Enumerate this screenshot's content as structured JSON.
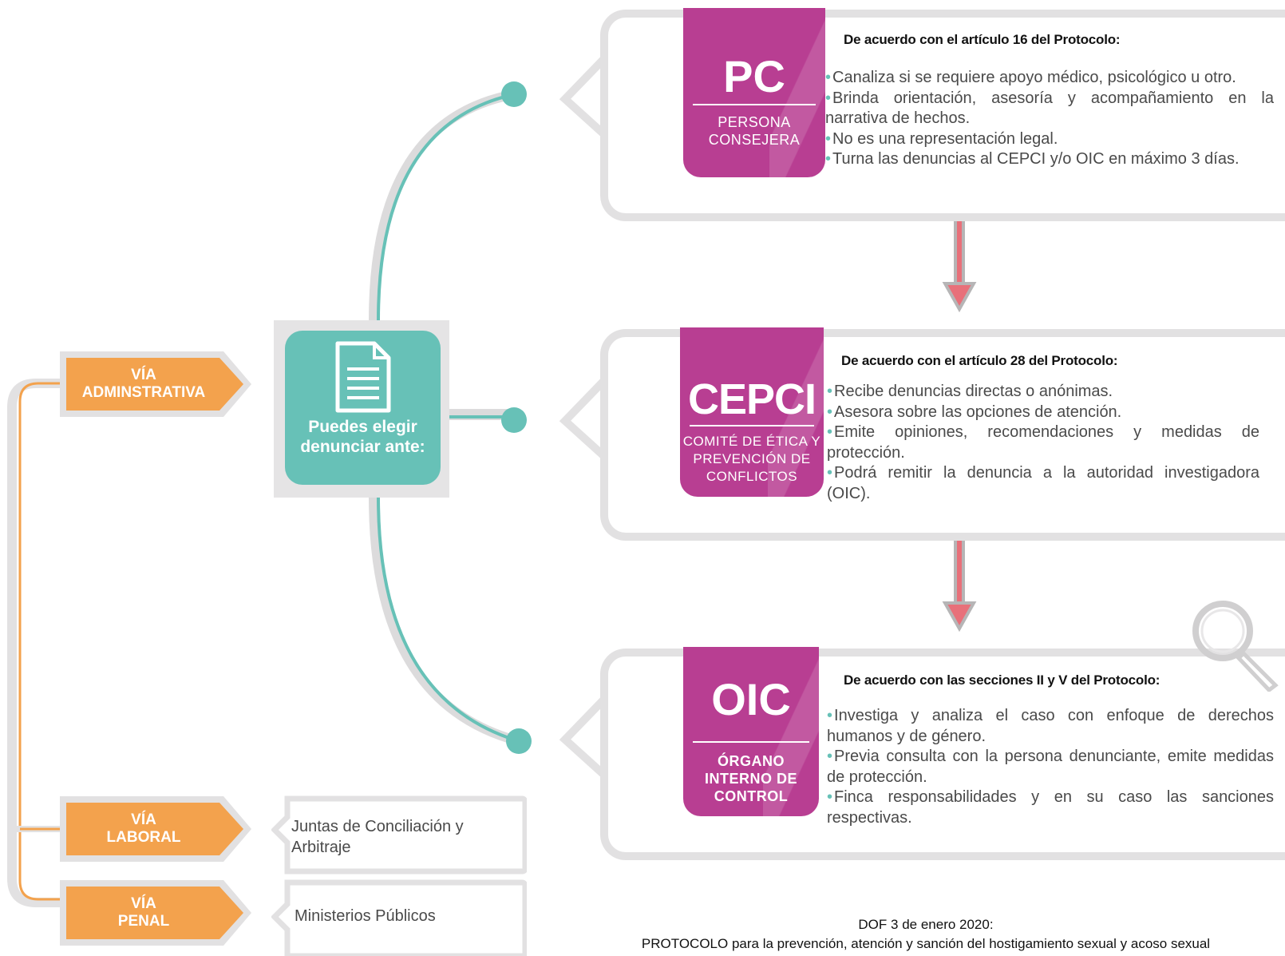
{
  "hub": {
    "label": "Puedes elegir denunciar ante:",
    "icon": "document-icon",
    "color": "#67c1b7"
  },
  "routes": [
    {
      "id": "administrativa",
      "line1": "VÍA",
      "line2": "ADMINSTRATIVA",
      "color": "#f3a24d"
    },
    {
      "id": "laboral",
      "line1": "VÍA",
      "line2": "LABORAL",
      "color": "#f3a24d"
    },
    {
      "id": "penal",
      "line1": "VÍA",
      "line2": "PENAL",
      "color": "#f3a24d"
    }
  ],
  "bodies": [
    {
      "abbr": "PC",
      "full": "PERSONA CONSEJERA",
      "heading": "De acuerdo con el artículo 16 del Protocolo:",
      "bullets": [
        "Canaliza si se requiere apoyo médico, psicológico u otro.",
        "Brinda orientación, asesoría y acompañamiento en la narrativa de hechos.",
        "No es una representación legal.",
        "Turna las denuncias al CEPCI y/o OIC en máximo 3 días."
      ]
    },
    {
      "abbr": "CEPCI",
      "full": "COMITÉ DE ÉTICA Y PREVENCIÓN DE CONFLICTOS",
      "heading": "De acuerdo con el artículo 28 del Protocolo:",
      "bullets": [
        "Recibe denuncias directas  o anónimas.",
        "Asesora  sobre las opciones de atención.",
        "Emite opiniones, recomendaciones y medidas de protección.",
        "Podrá remitir la denuncia a la autoridad investigadora (OIC)."
      ]
    },
    {
      "abbr": "OIC",
      "full": "ÓRGANO INTERNO DE CONTROL",
      "heading": "De acuerdo con las  secciones II y V  del Protocolo:",
      "bullets": [
        "Investiga y analiza el caso con enfoque de derechos humanos y de género.",
        "Previa consulta con la persona denunciante, emite medidas de protección.",
        "Finca responsabilidades y en su caso las sanciones respectivas."
      ]
    }
  ],
  "other_bodies": [
    {
      "text": " Juntas  de Conciliación y Arbitraje"
    },
    {
      "text": "Ministerios Públicos"
    }
  ],
  "footer": {
    "line1": "DOF 3 de enero 2020:",
    "line2": "PROTOCOLO para la prevención, atención y sanción del hostigamiento sexual y acoso sexual"
  },
  "colors": {
    "teal": "#67c1b7",
    "magenta": "#b83e92",
    "orange": "#f3a24d",
    "gray": "#e2e1e2",
    "arrow_pink": "#e8707a"
  },
  "decorations": {
    "magnifier": "magnifier-icon"
  }
}
